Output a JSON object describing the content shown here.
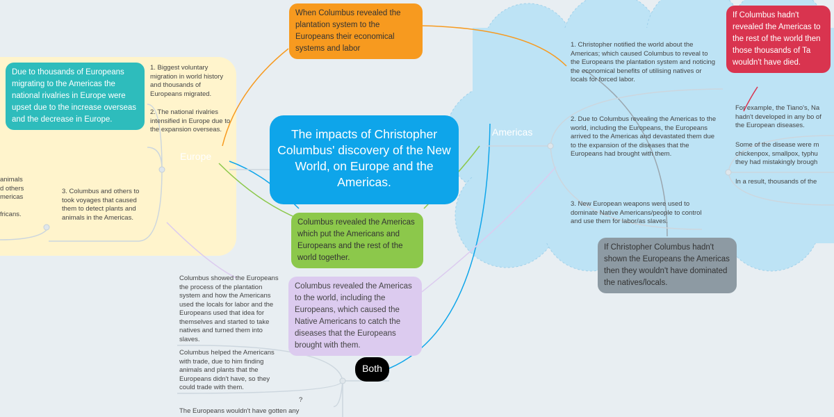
{
  "central": {
    "title": "The impacts of Christopher Columbus' discovery of the New World, on Europe and the Americas."
  },
  "europe": {
    "label": "Europe",
    "callout": "Due to thousands of Europeans migrating to the Americas the national rivalries in Europe were upset due to the increase overseas and the decrease in Europe.",
    "notes": [
      "1. Biggest voluntary migration in world history and thousands of Europeans migrated.",
      "2. The national rivalries intensified in Europe due to the expansion overseas.",
      "3. Columbus and others to took voyages that caused them to detect plants and animals in the Americas."
    ],
    "partial_note": "animals\nd others\nmericas\n\nfricans."
  },
  "americas": {
    "label": "Americas",
    "callout_red": "If Columbus hadn't revealed the Americas to the rest of the world then those thousands of Ta wouldn't have died.",
    "callout_gray": "If Christopher Columbus hadn't shown the Europeans the Americas then they wouldn't have dominated the natives/locals.",
    "notes": [
      "1. Christopher notified the world about the Americas; which caused Columbus to reveal to the Europeans the plantation system and noticing the economical benefits of utilising natives or locals for forced labor.",
      "2. Due to Columbus revealing the Americas to the world, including the Europeans, the Europeans arrived to the Americas and devastated them due to the expansion of the diseases that the Europeans had brought with them.",
      "3. New European weapons were used to dominate Native Americans/people to control and use them for labor/as slaves."
    ],
    "sub_notes": [
      "For example, the Tiano's, Na hadn't developed in any bo of the European diseases.",
      "Some of the disease were m chickenpox, smallpox, typhu they had mistakingly brough",
      "In a result, thousands of the"
    ]
  },
  "callouts": {
    "orange": "When Columbus revealed the plantation system to the Europeans their economical systems and labor",
    "green": "Columbus revealed the Americas which put the Americans and Europeans and the rest of the world together.",
    "purple": "Columbus revealed the Americas to the world, including the Europeans, which caused the Native Americans to catch the diseases that the Europeans brought with them."
  },
  "both": {
    "label": "Both",
    "notes": [
      "Columbus showed the Europeans the process of the plantation system and how the Americans used the locals for labor and the Europeans used that idea for themselves and started to take natives and turned them into slaves.",
      "Columbus helped the Americans with trade, due to him finding animals and plants that the Europeans didn't have, so they could trade with them.",
      "?",
      "The Europeans wouldn't have gotten any"
    ]
  },
  "colors": {
    "central": "#0ea5ea",
    "orange": "#f79a1f",
    "green": "#8cc84b",
    "purple": "#dccbef",
    "teal": "#2ebcbc",
    "red": "#d9344f",
    "gray": "#8d9aa3",
    "europe_bg": "#fff4cc",
    "americas_bg": "#bde3f5"
  }
}
